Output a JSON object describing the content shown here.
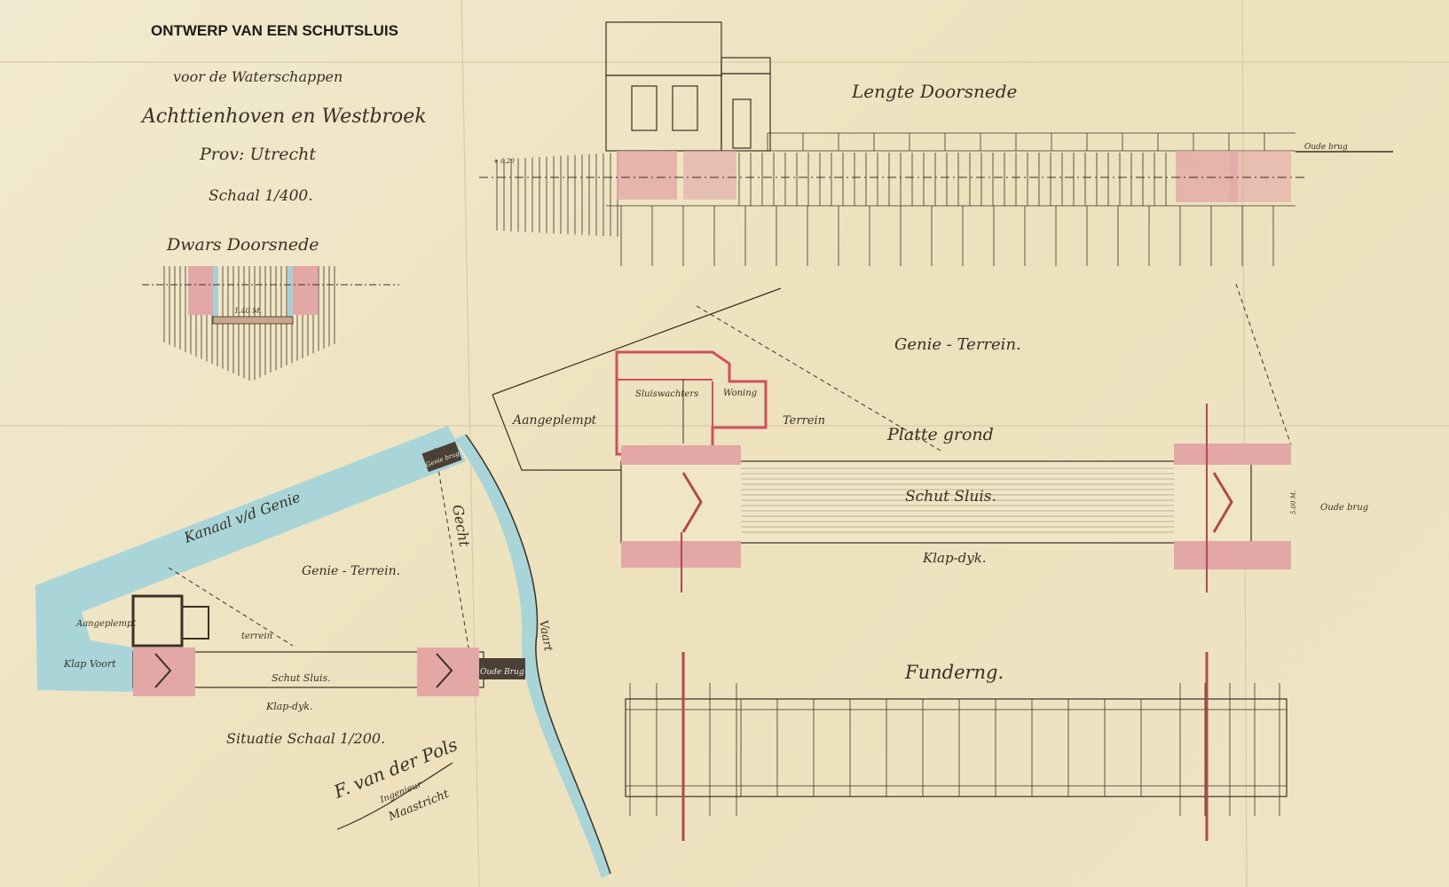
{
  "header": {
    "title": "ONTWERP VAN EEN SCHUTSLUIS",
    "line1": "voor de Waterschappen",
    "line2": "Achttienhoven en Westbroek",
    "line3": "Prov: Utrecht",
    "scale": "Schaal 1/400."
  },
  "sections": {
    "cross_section": "Dwars Doorsnede",
    "cross_width": "1.40 M.",
    "long_section": "Lengte Doorsnede",
    "long_level": "+ 0.20",
    "old_bridge": "Oude brug",
    "plan": "Platte grond",
    "foundation": "Funderng."
  },
  "plan_labels": {
    "genie_terrain": "Genie - Terrein.",
    "annexed": "Aangeplempt",
    "keeper_house_a": "Sluiswachters",
    "keeper_house_b": "Woning",
    "terrain": "Terrein",
    "lock": "Schut Sluis.",
    "dyke": "Klap-dyk.",
    "old_bridge": "Oude brug",
    "gate_width": "5.00 M."
  },
  "situation": {
    "canal": "Kanaal v/d Genie",
    "genie_terrain": "Genie - Terrein.",
    "annexed": "Aangeplempt",
    "terrain": "terrein",
    "lock": "Schut Sluis.",
    "dyke": "Klap-dyk.",
    "old_bridge": "Oude Brug",
    "new_bridge": "Genie brug",
    "vaart": "Klap Voort",
    "stream": "Gecht",
    "stream2": "Vaart",
    "scale": "Situatie Schaal 1/200."
  },
  "signature": {
    "name": "F. van der Pols",
    "role1": "Ingenieur",
    "role2": "Maastricht"
  },
  "colors": {
    "paper": "#efe6c4",
    "ink": "#3b3026",
    "masonry_red": "#e3a7a6",
    "water_blue": "#a9d5d8"
  }
}
